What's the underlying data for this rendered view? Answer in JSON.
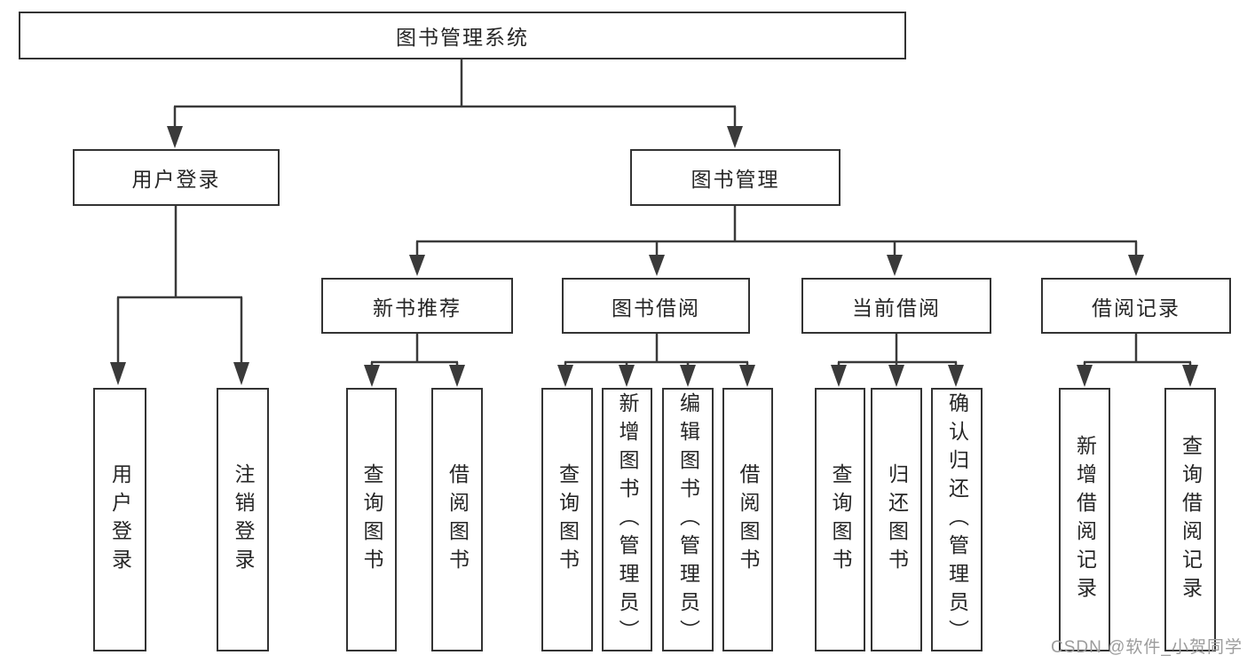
{
  "tree": {
    "label": "图书管理系统",
    "children": [
      {
        "label": "用户登录",
        "children": [
          {
            "label": "用户登录"
          },
          {
            "label": "注销登录"
          }
        ]
      },
      {
        "label": "图书管理",
        "children": [
          {
            "label": "新书推荐",
            "children": [
              {
                "label": "查询图书"
              },
              {
                "label": "借阅图书"
              }
            ]
          },
          {
            "label": "图书借阅",
            "children": [
              {
                "label": "查询图书"
              },
              {
                "label": "新增图书（管理员）"
              },
              {
                "label": "编辑图书（管理员）"
              },
              {
                "label": "借阅图书"
              }
            ]
          },
          {
            "label": "当前借阅",
            "children": [
              {
                "label": "查询图书"
              },
              {
                "label": "归还图书"
              },
              {
                "label": "确认归还（管理员）"
              }
            ]
          },
          {
            "label": "借阅记录",
            "children": [
              {
                "label": "新增借阅记录"
              },
              {
                "label": "查询借阅记录"
              }
            ]
          }
        ]
      }
    ]
  },
  "watermark": "CSDN @软件_小贺同学",
  "colors": {
    "line": "#3a3a3a",
    "box_border": "#333333",
    "text": "#262626",
    "watermark": "#9c9c9c",
    "background": "#ffffff"
  }
}
